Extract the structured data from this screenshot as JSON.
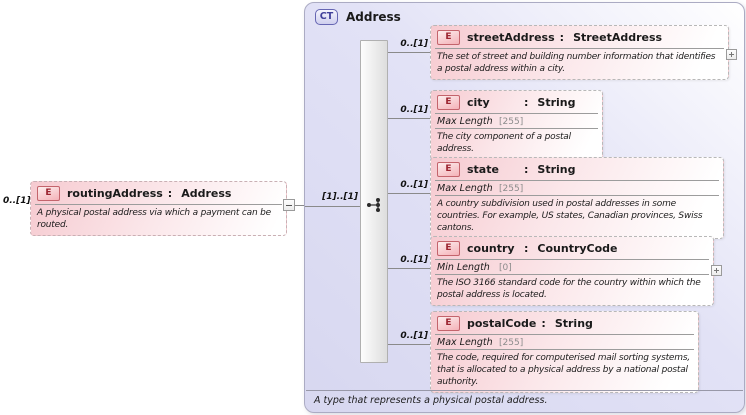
{
  "symbols": {
    "element_badge": "E",
    "complex_type_badge": "CT",
    "colon": ":"
  },
  "source_element": {
    "cardinality": "0..[1]",
    "name": "routingAddress",
    "type": "Address",
    "description": "A physical postal address via which a payment can be routed."
  },
  "complex_type": {
    "title": "Address",
    "compositor": {
      "kind": "sequence",
      "cardinality": "[1]..[1]"
    },
    "elements": [
      {
        "cardinality": "0..[1]",
        "name": "streetAddress",
        "type": "StreetAddress",
        "description": "The set of street and building number information that identifies a postal address within a city."
      },
      {
        "cardinality": "0..[1]",
        "name": "city",
        "type": "String",
        "facet": {
          "label": "Max Length",
          "value": "[255]"
        },
        "description": "The city component of a postal address."
      },
      {
        "cardinality": "0..[1]",
        "name": "state",
        "type": "String",
        "facet": {
          "label": "Max Length",
          "value": "[255]"
        },
        "description": "A country subdivision used in postal addresses in some countries. For example, US states, Canadian provinces, Swiss cantons."
      },
      {
        "cardinality": "0..[1]",
        "name": "country",
        "type": "CountryCode",
        "facet": {
          "label": "Min Length",
          "value": "[0]"
        },
        "description": "The ISO 3166 standard code for the country within which the postal address is located."
      },
      {
        "cardinality": "0..[1]",
        "name": "postalCode",
        "type": "String",
        "facet": {
          "label": "Max Length",
          "value": "[255]"
        },
        "description": "The code, required for computerised mail sorting systems, that is allocated to a physical address by a national postal authority."
      }
    ],
    "footer": "A type that represents a physical postal address."
  },
  "colors": {
    "element_fill": "#f6cad0",
    "element_badge_border": "#c4646c",
    "container_fill": "#dcdcf2",
    "complex_type_badge_border": "#6666b3"
  }
}
